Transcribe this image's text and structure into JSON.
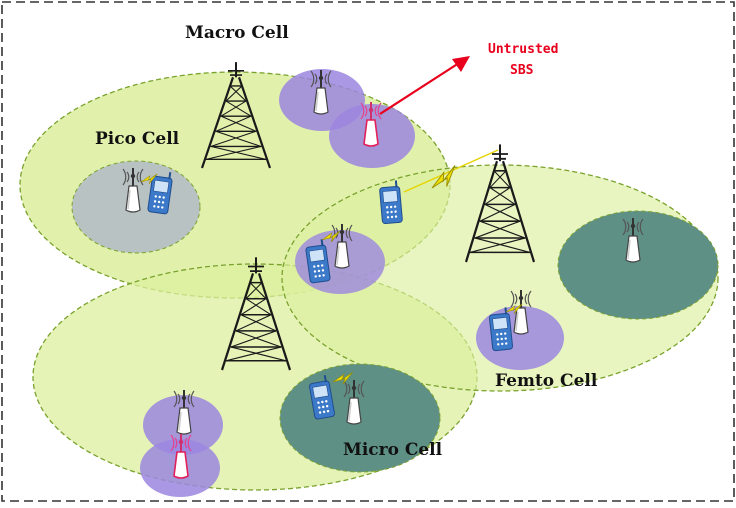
{
  "labels": {
    "macro": "Macro Cell",
    "pico": "Pico Cell",
    "femto": "Femto Cell",
    "micro": "Micro Cell",
    "untrusted_line1": "Untrusted",
    "untrusted_line2": "SBS"
  },
  "colors": {
    "macro_fill": "#dcef9e",
    "macro_stroke": "#7aa22e",
    "pico_fill": "#b9c2c2",
    "small_cell_fill": "#9b86df",
    "dark_cell_fill": "#5f9085",
    "untrusted_text": "#e8001c",
    "untrusted_arrow": "#e8001c",
    "lightning": "#f0e000",
    "tower": "#1a1a1a"
  },
  "icons": {
    "macro_tower": "lattice-tower-icon",
    "small_base_station": "antenna-tower-icon",
    "untrusted_base_station": "rogue-antenna-icon",
    "user_device": "mobile-phone-icon",
    "wireless_link": "lightning-bolt-icon"
  }
}
